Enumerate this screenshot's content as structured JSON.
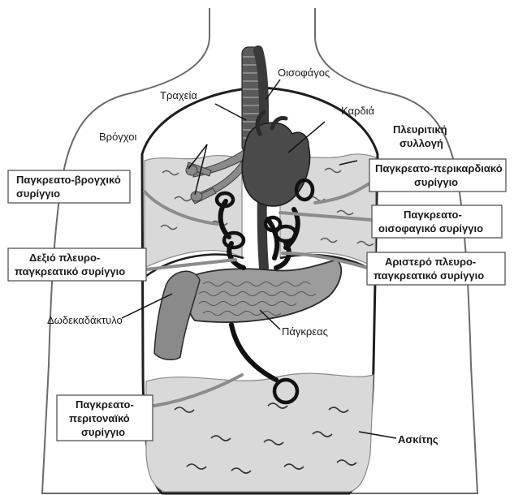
{
  "labels": {
    "oisofagos": "Οισοφάγος",
    "tracheia": "Τραχεία",
    "kardia": "Καρδιά",
    "vrogchoi": "Βρόγχοι",
    "pleuritiki_1": "Πλευριτική",
    "pleuritiki_2": "συλλογή",
    "dodekadaktylo": "Δωδεκαδάκτυλο",
    "pagkreas": "Πάγκρεας",
    "askitis": "Ασκίτης"
  },
  "boxes": {
    "vrogchiko_1": "Παγκρεατο-βρογχικό",
    "vrogchiko_2": "συρίγγιο",
    "perikardiako_1": "Παγκρεατο-περικαρδιακό",
    "perikardiako_2": "συρίγγιο",
    "oisofagiko_1": "Παγκρεατο-",
    "oisofagiko_2": "οισοφαγικό συρίγγιο",
    "dexio_1": "Δεξιό  πλευρο-",
    "dexio_2": "παγκρεατικό συρίγγιο",
    "aristero_1": "Αριστερό πλευρο-",
    "aristero_2": "παγκρεατικό συρίγγιο",
    "peritonaiko_1": "Παγκρεατο-",
    "peritonaiko_2": "περιτοναϊκό",
    "peritonaiko_3": "συρίγγιο"
  },
  "colors": {
    "fluid": "#d9d9d9",
    "organ": "#4a4a4a",
    "duodenum": "#8a8a8a",
    "pancreas": "#9c9c9c",
    "pointer": "#8c8c8c"
  }
}
